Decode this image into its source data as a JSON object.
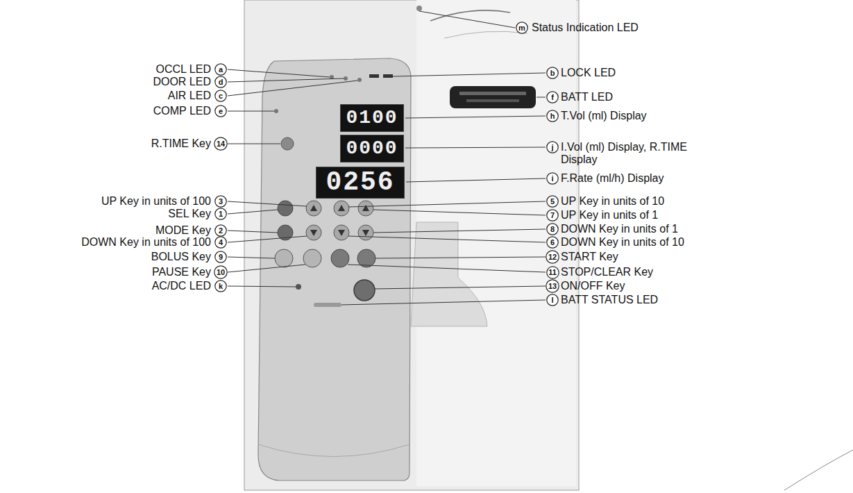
{
  "diagram": {
    "nodes": [
      {
        "text": [
          "m"
        ]
      },
      {
        "text": [
          "a"
        ]
      },
      {
        "text": [
          "b"
        ]
      },
      {
        "text": [
          "d"
        ]
      },
      {
        "text": [
          "c"
        ]
      },
      {
        "text": [
          "f"
        ]
      },
      {
        "text": [
          "e"
        ]
      },
      {
        "text": [
          "h"
        ]
      },
      {
        "text": [
          "14"
        ]
      },
      {
        "text": [
          "j"
        ]
      },
      {
        "text": [
          "i"
        ]
      },
      {
        "text": [
          "3"
        ]
      },
      {
        "text": [
          "5"
        ]
      },
      {
        "text": [
          "1"
        ]
      },
      {
        "text": [
          "7"
        ]
      },
      {
        "text": [
          "2"
        ]
      },
      {
        "text": [
          "8"
        ]
      },
      {
        "text": [
          "4"
        ]
      },
      {
        "text": [
          "6"
        ]
      },
      {
        "text": [
          "9"
        ]
      },
      {
        "text": [
          "12"
        ]
      },
      {
        "text": [
          "10"
        ]
      },
      {
        "text": [
          "11"
        ]
      },
      {
        "text": [
          "k"
        ]
      },
      {
        "text": [
          "13"
        ]
      },
      {
        "text": [
          "l"
        ]
      },
      {
        "text": [
          "0100"
        ]
      },
      {
        "text": [
          "0000"
        ]
      },
      {
        "text": [
          "0256"
        ]
      }
    ],
    "labels": [
      "Status Indication LED",
      "OCCL LED",
      "LOCK LED",
      "DOOR LED",
      "AIR LED",
      "BATT LED",
      "COMP LED",
      "T.Vol (ml) Display",
      "R.TIME Key",
      "I.Vol (ml) Display, R.TIME Display",
      "F.Rate (ml/h) Display",
      "UP Key in units of 100",
      "UP Key in units of 10",
      "SEL Key",
      "UP Key in units of 1",
      "MODE Key",
      "DOWN Key in units of 1",
      "DOWN Key in units of 100",
      "DOWN Key in units of 10",
      "BOLUS Key",
      "START Key",
      "PAUSE Key",
      "STOP/CLEAR Key",
      "AC/DC LED",
      "ON/OFF Key",
      "BATT STATUS LED"
    ]
  }
}
